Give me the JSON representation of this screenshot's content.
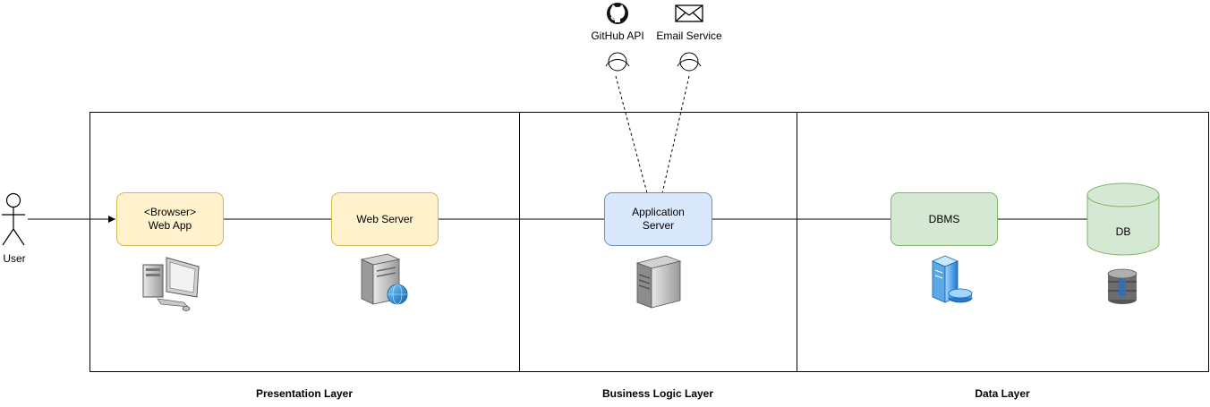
{
  "actor": {
    "label": "User"
  },
  "layers": [
    {
      "label": "Presentation Layer"
    },
    {
      "label": "Business Logic Layer"
    },
    {
      "label": "Data Layer"
    }
  ],
  "nodes": {
    "web_app": "<Browser>\nWeb App",
    "web_server": "Web Server",
    "app_server": "Application\nServer",
    "dbms": "DBMS",
    "db": "DB"
  },
  "external": {
    "github": "GitHub API",
    "email": "Email Service"
  },
  "icons": [
    "desktop-computer-icon",
    "web-server-globe-icon",
    "tower-server-icon",
    "database-server-icon",
    "database-stack-icon",
    "github-icon",
    "envelope-icon"
  ],
  "colors": {
    "presentation_fill": "#fff2cc",
    "presentation_stroke": "#d6b656",
    "logic_fill": "#dae8fc",
    "logic_stroke": "#6c8ebf",
    "data_fill": "#d5e8d4",
    "data_stroke": "#82b366"
  }
}
